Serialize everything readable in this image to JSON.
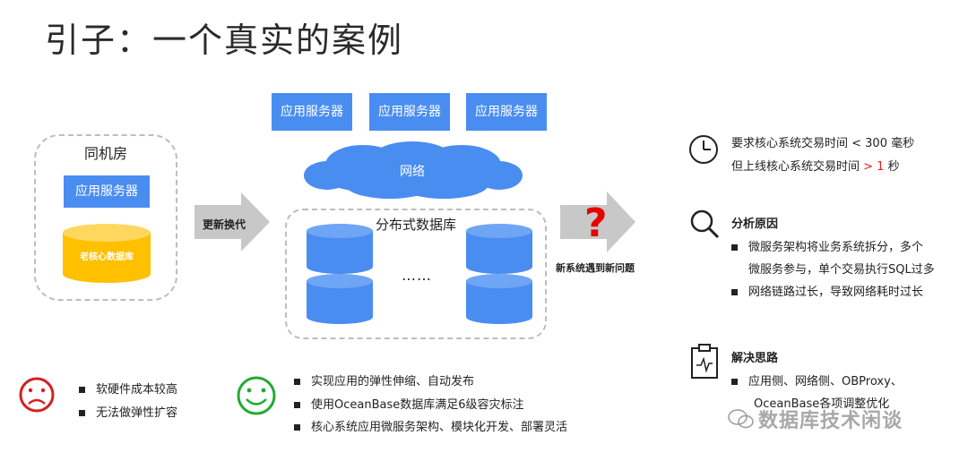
{
  "title": "引子：一个真实的案例",
  "legacy": {
    "room_label": "同机房",
    "server_label": "应用服务器",
    "db_label": "老核心数据库"
  },
  "migration_label": "更新换代",
  "new_arch": {
    "servers": [
      "应用服务器",
      "应用服务器",
      "应用服务器"
    ],
    "network_label": "网络",
    "db_area_label": "分布式数据库",
    "ellipsis": "……"
  },
  "problem": {
    "mark": "?",
    "label": "新系统遇到新问题"
  },
  "right": {
    "time": {
      "line1": "要求核心系统交易时间 < 300 毫秒",
      "line2_prefix": "但上线核心系统交易时间 ",
      "line2_value": "> 1",
      "line2_suffix": " 秒"
    },
    "analysis": {
      "heading": "分析原因",
      "items": [
        "微服务架构将业务系统拆分，多个",
        "微服务参与，单个交易执行SQL过多",
        "网络链路过长，导致网络耗时过长"
      ]
    },
    "solution": {
      "heading": "解决思路",
      "items": [
        "应用侧、网络侧、OBProxy、",
        "OceanBase各项调整优化"
      ]
    }
  },
  "cons": [
    "软硬件成本较高",
    "无法做弹性扩容"
  ],
  "pros": [
    "实现应用的弹性伸缩、自动发布",
    "使用OceanBase数据库满足6级容灾标注",
    "核心系统应用微服务架构、模块化开发、部署灵活"
  ],
  "watermark": "数据库技术闲谈",
  "colors": {
    "blue": "#4a8df1",
    "gold": "#ffc000",
    "red": "#e02020",
    "green": "#22aa33",
    "gray_arrow": "#c8c8c8"
  }
}
